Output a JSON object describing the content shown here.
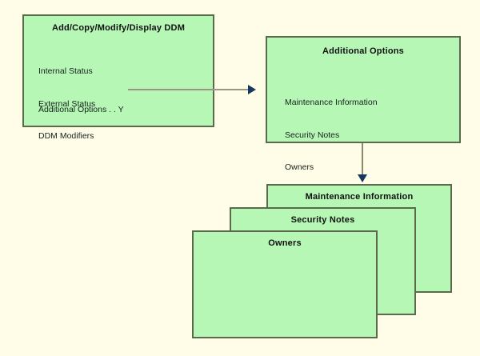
{
  "diagram": {
    "background_color": "#fffce8",
    "box_fill_color": "#b6f7b6",
    "box_border_color": "#5a6a4a",
    "arrow_color": "#17375e",
    "connector_color": "#9a9484"
  },
  "boxes": {
    "ddm": {
      "title": "Add/Copy/Modify/Display DDM",
      "primary_items": [
        "Internal Status",
        "External Status",
        "DDM Modifiers"
      ],
      "secondary_items": [
        "Additional Options . . Y"
      ]
    },
    "additional_options": {
      "title": "Additional Options",
      "primary_items": [
        "Maintenance Information",
        "Security Notes",
        "Owners"
      ]
    },
    "maintenance_information": {
      "title": "Maintenance Information"
    },
    "security_notes": {
      "title": "Security Notes"
    },
    "owners": {
      "title": "Owners"
    }
  },
  "connectors": {
    "ddm_to_additional_options": "arrow-right",
    "additional_options_to_detail_stack": "arrow-down"
  }
}
